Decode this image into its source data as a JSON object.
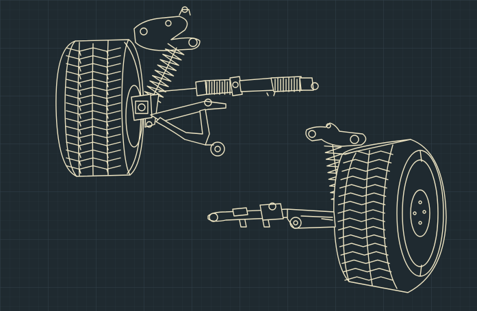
{
  "drawing": {
    "palette": {
      "background": "#1f2a30",
      "grid_minor": "#2b3840",
      "grid_major": "#33424b",
      "line": "#efe6c4",
      "fill": "#1f2a30"
    },
    "components": [
      "front-left-wheel",
      "front-left-strut",
      "steering-rack",
      "front-left-control-arm",
      "rear-right-wheel",
      "rear-right-strut",
      "rear-right-tie-rod",
      "rear-right-control-arm"
    ]
  }
}
